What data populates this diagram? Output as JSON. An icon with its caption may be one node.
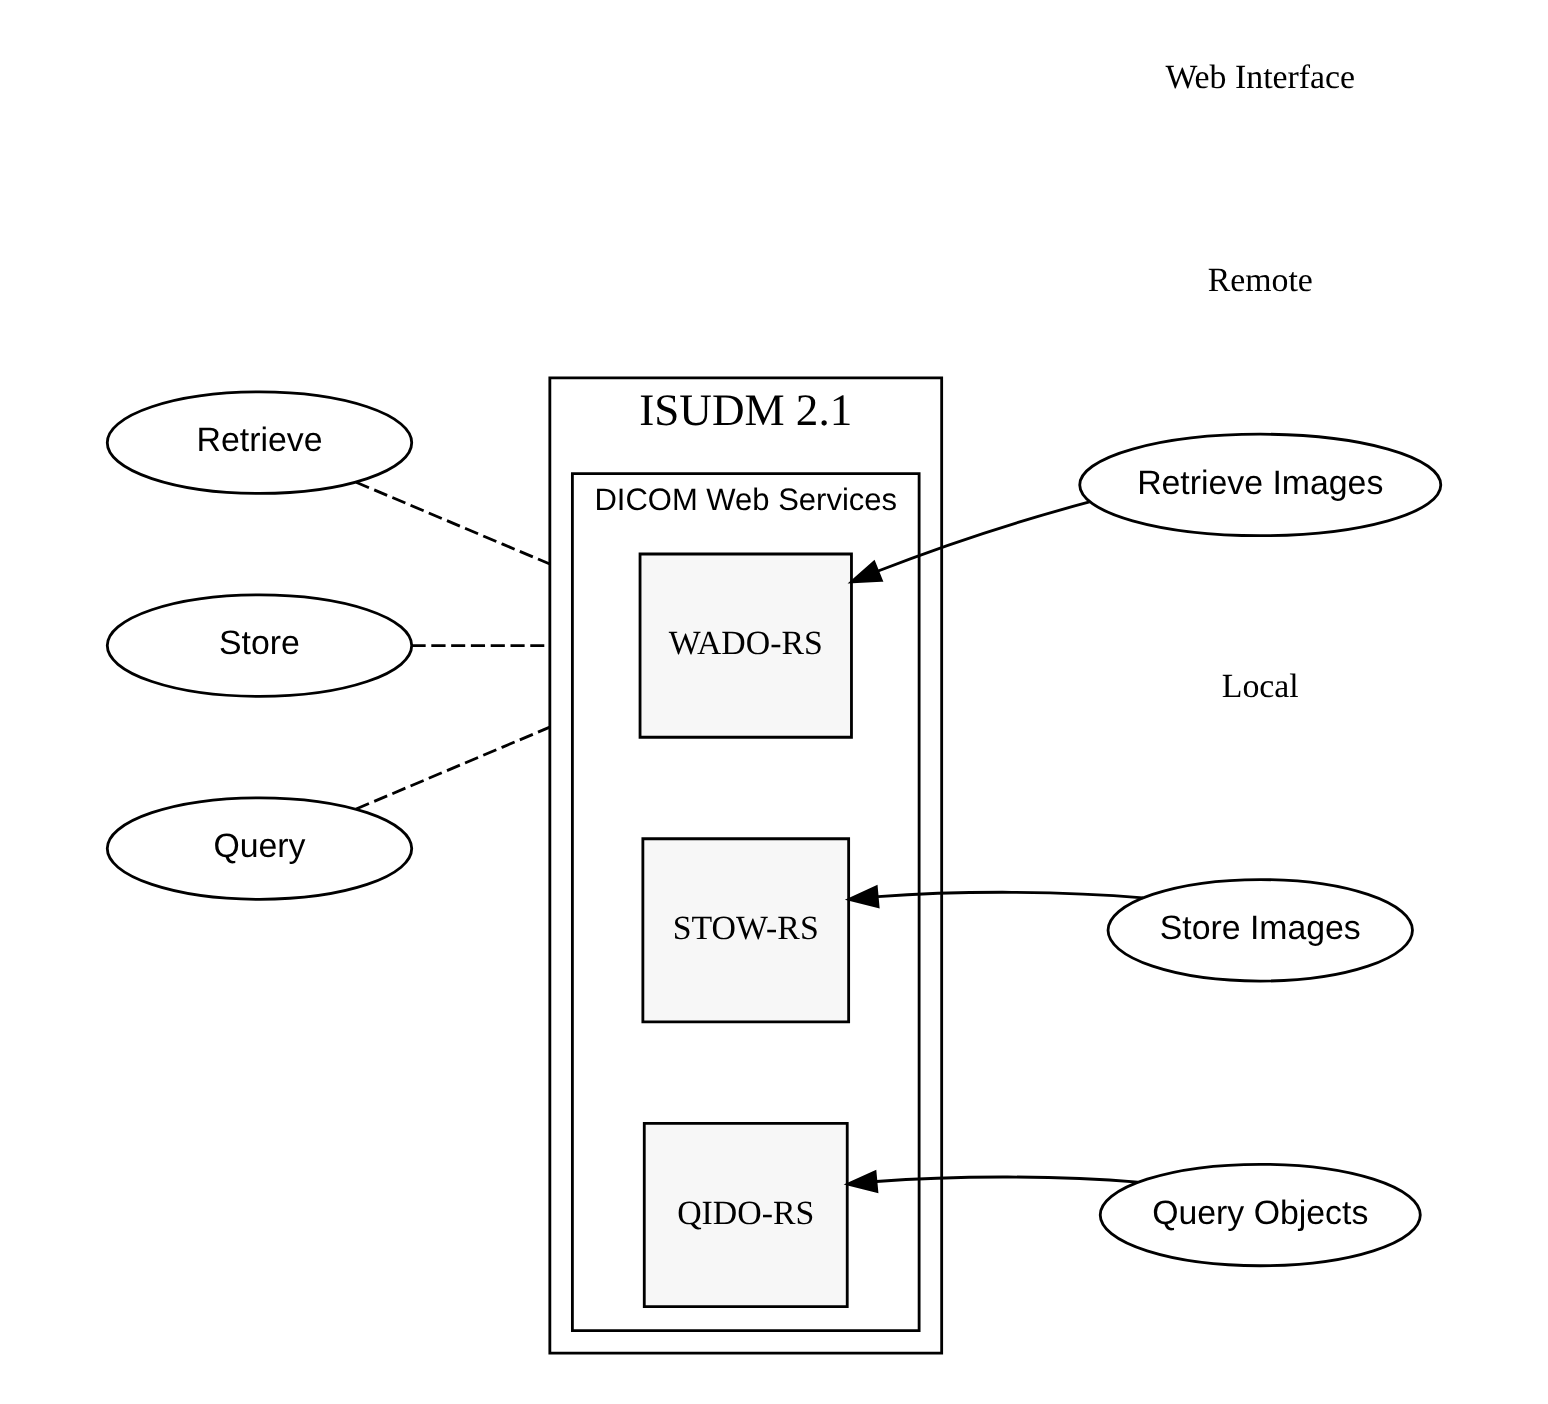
{
  "diagram": {
    "nodes": [
      {
        "text": [
          "ISUDM 2.1"
        ]
      },
      {
        "text": [
          "DICOM Web Services"
        ],
        "in": 0
      },
      {
        "text": [
          "Retrieve"
        ]
      },
      {
        "text": [
          "WADO-RS"
        ],
        "in": 1
      },
      {
        "text": [
          "Retrieve Images"
        ]
      },
      {
        "text": [
          "Store"
        ]
      },
      {
        "text": [
          "STOW-RS"
        ],
        "in": 1
      },
      {
        "text": [
          "Store Images"
        ]
      },
      {
        "text": [
          "Query"
        ]
      },
      {
        "text": [
          "QIDO-RS"
        ],
        "in": 1
      },
      {
        "text": [
          "Query Objects"
        ]
      }
    ],
    "edges": [
      {
        "from": 2,
        "to": 0,
        "arrow": "none",
        "style": "dashed"
      },
      {
        "from": 5,
        "to": 0,
        "arrow": "none",
        "style": "dashed"
      },
      {
        "from": 8,
        "to": 0,
        "arrow": "none",
        "style": "dashed"
      },
      {
        "from": 4,
        "to": 3,
        "arrow": "to"
      },
      {
        "from": 7,
        "to": 6,
        "arrow": "to"
      },
      {
        "from": 10,
        "to": 9,
        "arrow": "to"
      }
    ],
    "labels": [
      "Local",
      "Remote",
      "Web Interface"
    ]
  }
}
